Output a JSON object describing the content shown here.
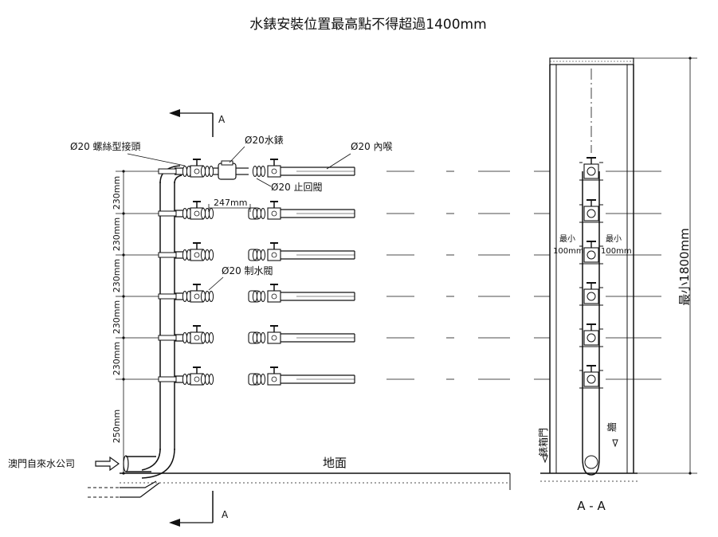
{
  "title": "水錶安裝位置最高點不得超過1400mm",
  "labels": {
    "section_mark": "A",
    "connector": "Ø20 螺絲型接頭",
    "meter": "Ø20水錶",
    "inner_pipe": "Ø20 內喉",
    "check_valve": "Ø20 止回閥",
    "spacing": "247mm",
    "stop_valve": "Ø20 制水閥",
    "supply": "澳門自來水公司",
    "ground": "地面",
    "section_title": "A - A",
    "min_left": "最小",
    "min_left_value": "100mm",
    "min_right": "最小",
    "min_right_value": "100mm",
    "min_height": "最小1800mm",
    "cabinet_door": "錶箱門",
    "wall": "牆"
  },
  "vertical_dims": [
    "230mm",
    "230mm",
    "230mm",
    "230mm",
    "230mm",
    "250mm"
  ]
}
